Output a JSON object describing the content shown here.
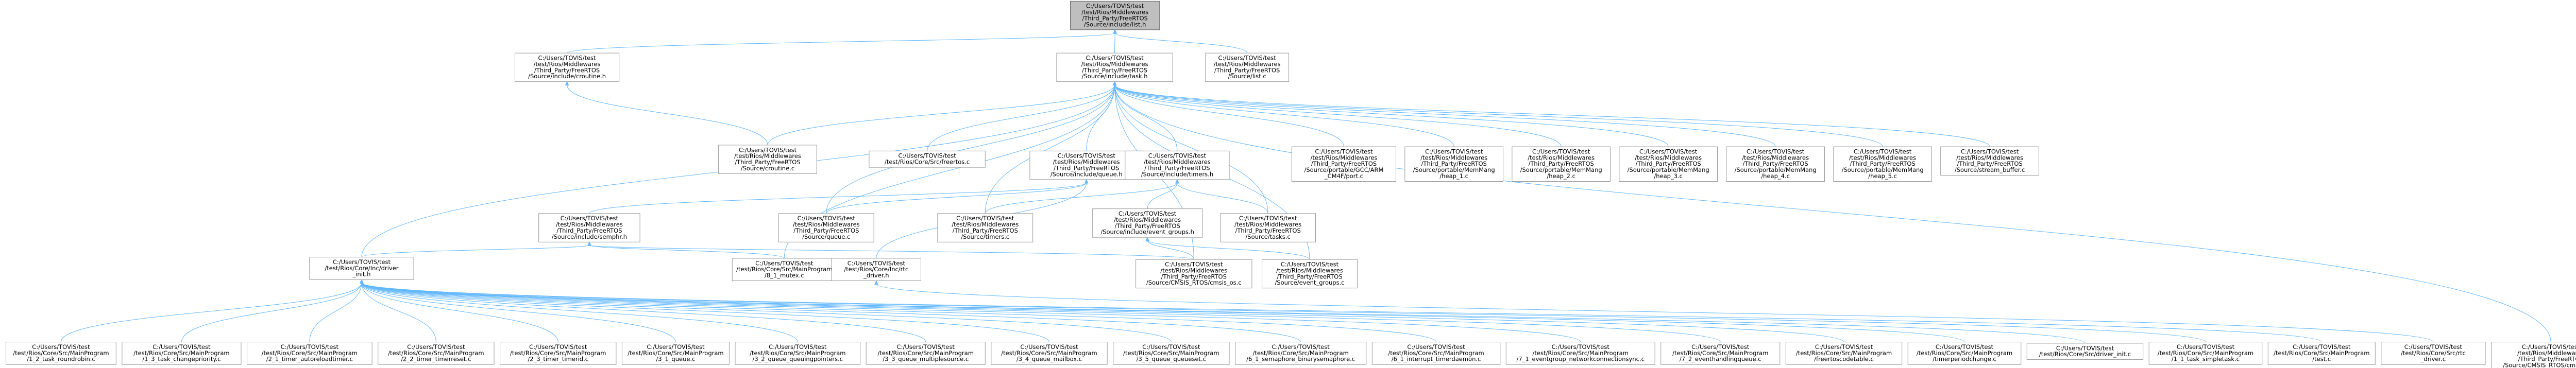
{
  "diagram": {
    "colors": {
      "edge": "#63b8ff",
      "root_fill": "#bfbfbf",
      "node_fill": "#ffffff",
      "node_border": "#999999"
    },
    "nodes": [
      {
        "id": "root",
        "root": true,
        "lines": [
          "C:/Users/TOVIS/test",
          "/test/Rios/Middlewares",
          "/Third_Party/FreeRTOS",
          "/Source/include/list.h"
        ]
      },
      {
        "id": "croutine_h",
        "lines": [
          "C:/Users/TOVIS/test",
          "/test/Rios/Middlewares",
          "/Third_Party/FreeRTOS",
          "/Source/include/croutine.h"
        ]
      },
      {
        "id": "task_h",
        "lines": [
          "C:/Users/TOVIS/test",
          "/test/Rios/Middlewares",
          "/Third_Party/FreeRTOS",
          "/Source/include/task.h"
        ]
      },
      {
        "id": "list_c",
        "lines": [
          "C:/Users/TOVIS/test",
          "/test/Rios/Middlewares",
          "/Third_Party/FreeRTOS",
          "/Source/list.c"
        ]
      },
      {
        "id": "croutine_c",
        "lines": [
          "C:/Users/TOVIS/test",
          "/test/Rios/Middlewares",
          "/Third_Party/FreeRTOS",
          "/Source/croutine.c"
        ]
      },
      {
        "id": "freertos_c",
        "lines": [
          "C:/Users/TOVIS/test",
          "/test/Rios/Core/Src/freertos.c"
        ]
      },
      {
        "id": "queue_h",
        "lines": [
          "C:/Users/TOVIS/test",
          "/test/Rios/Middlewares",
          "/Third_Party/FreeRTOS",
          "/Source/include/queue.h"
        ]
      },
      {
        "id": "timers_h",
        "lines": [
          "C:/Users/TOVIS/test",
          "/test/Rios/Middlewares",
          "/Third_Party/FreeRTOS",
          "/Source/include/timers.h"
        ]
      },
      {
        "id": "port_c",
        "lines": [
          "C:/Users/TOVIS/test",
          "/test/Rios/Middlewares",
          "/Third_Party/FreeRTOS",
          "/Source/portable/GCC/ARM",
          "_CM4F/port.c"
        ]
      },
      {
        "id": "heap_1",
        "lines": [
          "C:/Users/TOVIS/test",
          "/test/Rios/Middlewares",
          "/Third_Party/FreeRTOS",
          "/Source/portable/MemMang",
          "/heap_1.c"
        ]
      },
      {
        "id": "heap_2",
        "lines": [
          "C:/Users/TOVIS/test",
          "/test/Rios/Middlewares",
          "/Third_Party/FreeRTOS",
          "/Source/portable/MemMang",
          "/heap_2.c"
        ]
      },
      {
        "id": "heap_3",
        "lines": [
          "C:/Users/TOVIS/test",
          "/test/Rios/Middlewares",
          "/Third_Party/FreeRTOS",
          "/Source/portable/MemMang",
          "/heap_3.c"
        ]
      },
      {
        "id": "heap_4",
        "lines": [
          "C:/Users/TOVIS/test",
          "/test/Rios/Middlewares",
          "/Third_Party/FreeRTOS",
          "/Source/portable/MemMang",
          "/heap_4.c"
        ]
      },
      {
        "id": "heap_5",
        "lines": [
          "C:/Users/TOVIS/test",
          "/test/Rios/Middlewares",
          "/Third_Party/FreeRTOS",
          "/Source/portable/MemMang",
          "/heap_5.c"
        ]
      },
      {
        "id": "stream_buffer_c",
        "lines": [
          "C:/Users/TOVIS/test",
          "/test/Rios/Middlewares",
          "/Third_Party/FreeRTOS",
          "/Source/stream_buffer.c"
        ]
      },
      {
        "id": "semphr_h",
        "lines": [
          "C:/Users/TOVIS/test",
          "/test/Rios/Middlewares",
          "/Third_Party/FreeRTOS",
          "/Source/include/semphr.h"
        ]
      },
      {
        "id": "queue_c",
        "lines": [
          "C:/Users/TOVIS/test",
          "/test/Rios/Middlewares",
          "/Third_Party/FreeRTOS",
          "/Source/queue.c"
        ]
      },
      {
        "id": "timers_c",
        "lines": [
          "C:/Users/TOVIS/test",
          "/test/Rios/Middlewares",
          "/Third_Party/FreeRTOS",
          "/Source/timers.c"
        ]
      },
      {
        "id": "event_groups_h",
        "lines": [
          "C:/Users/TOVIS/test",
          "/test/Rios/Middlewares",
          "/Third_Party/FreeRTOS",
          "/Source/include/event_groups.h"
        ]
      },
      {
        "id": "tasks_c",
        "lines": [
          "C:/Users/TOVIS/test",
          "/test/Rios/Middlewares",
          "/Third_Party/FreeRTOS",
          "/Source/tasks.c"
        ]
      },
      {
        "id": "mutex_c",
        "lines": [
          "C:/Users/TOVIS/test",
          "/test/Rios/Core/Src/MainProgram",
          "/8_1_mutex.c"
        ]
      },
      {
        "id": "driver_init_h",
        "lines": [
          "C:/Users/TOVIS/test",
          "/test/Rios/Core/Inc/driver",
          "_init.h"
        ]
      },
      {
        "id": "rtc_driver_h",
        "lines": [
          "C:/Users/TOVIS/test",
          "/test/Rios/Core/Inc/rtc",
          "_driver.h"
        ]
      },
      {
        "id": "cmsis_os_c",
        "lines": [
          "C:/Users/TOVIS/test",
          "/test/Rios/Middlewares",
          "/Third_Party/FreeRTOS",
          "/Source/CMSIS_RTOS/cmsis_os.c"
        ]
      },
      {
        "id": "event_groups_c",
        "lines": [
          "C:/Users/TOVIS/test",
          "/test/Rios/Middlewares",
          "/Third_Party/FreeRTOS",
          "/Source/event_groups.c"
        ]
      },
      {
        "id": "b1",
        "lines": [
          "C:/Users/TOVIS/test",
          "/test/Rios/Core/Src/MainProgram",
          "/1_2_task_roundrobin.c"
        ]
      },
      {
        "id": "b2",
        "lines": [
          "C:/Users/TOVIS/test",
          "/test/Rios/Core/Src/MainProgram",
          "/1_3_task_changepriority.c"
        ]
      },
      {
        "id": "b3",
        "lines": [
          "C:/Users/TOVIS/test",
          "/test/Rios/Core/Src/MainProgram",
          "/2_1_timer_autoreloadtimer.c"
        ]
      },
      {
        "id": "b4",
        "lines": [
          "C:/Users/TOVIS/test",
          "/test/Rios/Core/Src/MainProgram",
          "/2_2_timer_timerreset.c"
        ]
      },
      {
        "id": "b5",
        "lines": [
          "C:/Users/TOVIS/test",
          "/test/Rios/Core/Src/MainProgram",
          "/2_3_timer_timerid.c"
        ]
      },
      {
        "id": "b6",
        "lines": [
          "C:/Users/TOVIS/test",
          "/test/Rios/Core/Src/MainProgram",
          "/3_1_queue.c"
        ]
      },
      {
        "id": "b7",
        "lines": [
          "C:/Users/TOVIS/test",
          "/test/Rios/Core/Src/MainProgram",
          "/3_2_queue_queuingpointers.c"
        ]
      },
      {
        "id": "b8",
        "lines": [
          "C:/Users/TOVIS/test",
          "/test/Rios/Core/Src/MainProgram",
          "/3_3_queue_multiplesource.c"
        ]
      },
      {
        "id": "b9",
        "lines": [
          "C:/Users/TOVIS/test",
          "/test/Rios/Core/Src/MainProgram",
          "/3_4_queue_mailbox.c"
        ]
      },
      {
        "id": "b10",
        "lines": [
          "C:/Users/TOVIS/test",
          "/test/Rios/Core/Src/MainProgram",
          "/3_5_queue_queueset.c"
        ]
      },
      {
        "id": "b11",
        "lines": [
          "C:/Users/TOVIS/test",
          "/test/Rios/Core/Src/MainProgram",
          "/6_1_semaphore_binarysemaphore.c"
        ]
      },
      {
        "id": "b12",
        "lines": [
          "C:/Users/TOVIS/test",
          "/test/Rios/Core/Src/MainProgram",
          "/6_1_interrupt_timerdaemon.c"
        ]
      },
      {
        "id": "b13",
        "lines": [
          "C:/Users/TOVIS/test",
          "/test/Rios/Core/Src/MainProgram",
          "/7_1_eventgroup_networkconnectionsync.c"
        ]
      },
      {
        "id": "b14",
        "lines": [
          "C:/Users/TOVIS/test",
          "/test/Rios/Core/Src/MainProgram",
          "/7_2_eventhandlingqueue.c"
        ]
      },
      {
        "id": "b15",
        "lines": [
          "C:/Users/TOVIS/test",
          "/test/Rios/Core/Src/MainProgram",
          "/freertoscodetable.c"
        ]
      },
      {
        "id": "b16",
        "lines": [
          "C:/Users/TOVIS/test",
          "/test/Rios/Core/Src/MainProgram",
          "/timerperiodchange.c"
        ]
      },
      {
        "id": "b17",
        "lines": [
          "C:/Users/TOVIS/test",
          "/test/Rios/Core/Src/driver_init.c"
        ]
      },
      {
        "id": "b18",
        "lines": [
          "C:/Users/TOVIS/test",
          "/test/Rios/Core/Src/MainProgram",
          "/1_1_task_simpletask.c"
        ]
      },
      {
        "id": "b19",
        "lines": [
          "C:/Users/TOVIS/test",
          "/test/Rios/Core/Src/MainProgram",
          "/test.c"
        ]
      },
      {
        "id": "b20",
        "lines": [
          "C:/Users/TOVIS/test",
          "/test/Rios/Core/Src/rtc",
          "_driver.c"
        ]
      },
      {
        "id": "b21",
        "lines": [
          "C:/Users/TOVIS/test",
          "/test/Rios/Middlewares",
          "/Third_Party/FreeRTOS",
          "/Source/CMSIS_RTOS/cmsis_os.h"
        ]
      }
    ]
  }
}
